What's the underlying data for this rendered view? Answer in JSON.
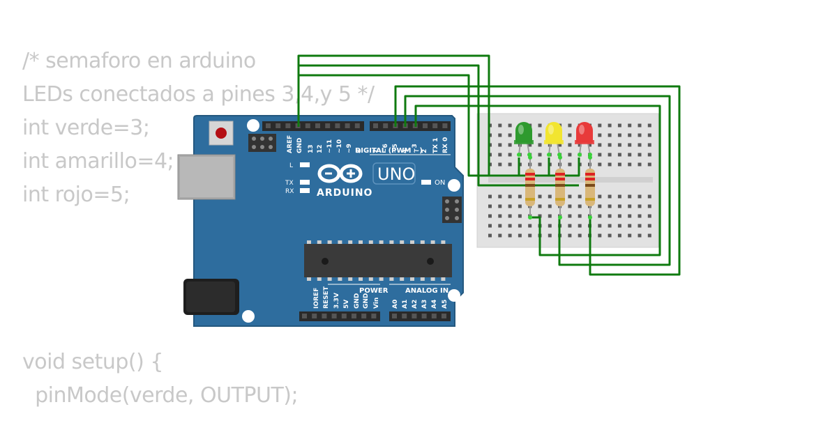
{
  "code": {
    "lines": [
      "/* semaforo en arduino",
      "LEDs conectados a pines 3,4,y 5 */",
      "int verde=3;",
      "int amarillo=4;",
      "int rojo=5;"
    ],
    "lines2": [
      "void setup() {",
      "  pinMode(verde, OUTPUT);"
    ]
  },
  "board": {
    "brand": "ARDUINO",
    "model": "UNO",
    "digital_label": "DIGITAL (PWM ~)",
    "power_label": "POWER",
    "analog_label": "ANALOG IN",
    "led_l": "L",
    "led_tx": "TX",
    "led_rx": "RX",
    "led_on": "ON",
    "top_pins": [
      "AREF",
      "GND",
      "13",
      "12",
      "~11",
      "~10",
      "~9",
      "8",
      "7",
      "~6",
      "~5",
      "4",
      "~3",
      "2",
      "TX 1",
      "RX 0"
    ],
    "power_pins": [
      "IOREF",
      "RESET",
      "3.3V",
      "5V",
      "GND",
      "GND",
      "Vin"
    ],
    "analog_pins": [
      "A0",
      "A1",
      "A2",
      "A3",
      "A4",
      "A5"
    ]
  },
  "leds": [
    {
      "name": "verde",
      "color": "#2e9a2e"
    },
    {
      "name": "amarillo",
      "color": "#f2e530"
    },
    {
      "name": "rojo",
      "color": "#e83a3a"
    }
  ],
  "wire_color": "#0f7a0f"
}
